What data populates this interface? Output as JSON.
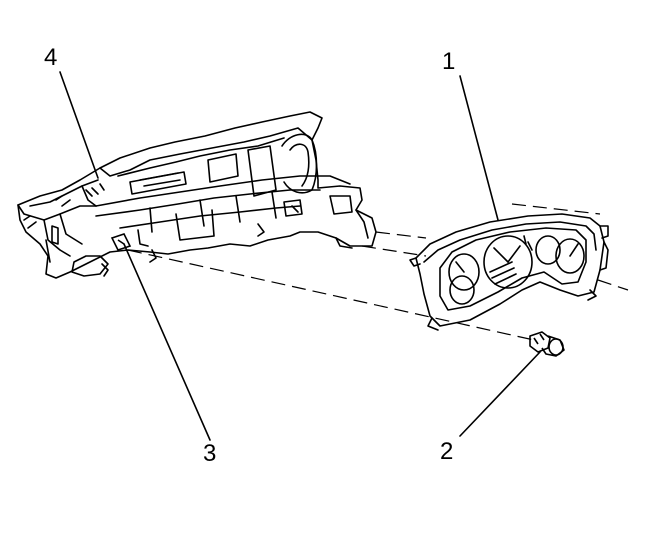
{
  "callouts": {
    "c1": "1",
    "c2": "2",
    "c3": "3",
    "c4": "4"
  },
  "parts": {
    "instrument_cluster": "instrument-cluster",
    "screw": "cluster-screw",
    "mount_point": "mounting-bracket",
    "carrier": "instrument-panel-carrier"
  },
  "colors": {
    "line": "#000000",
    "background": "#ffffff"
  }
}
